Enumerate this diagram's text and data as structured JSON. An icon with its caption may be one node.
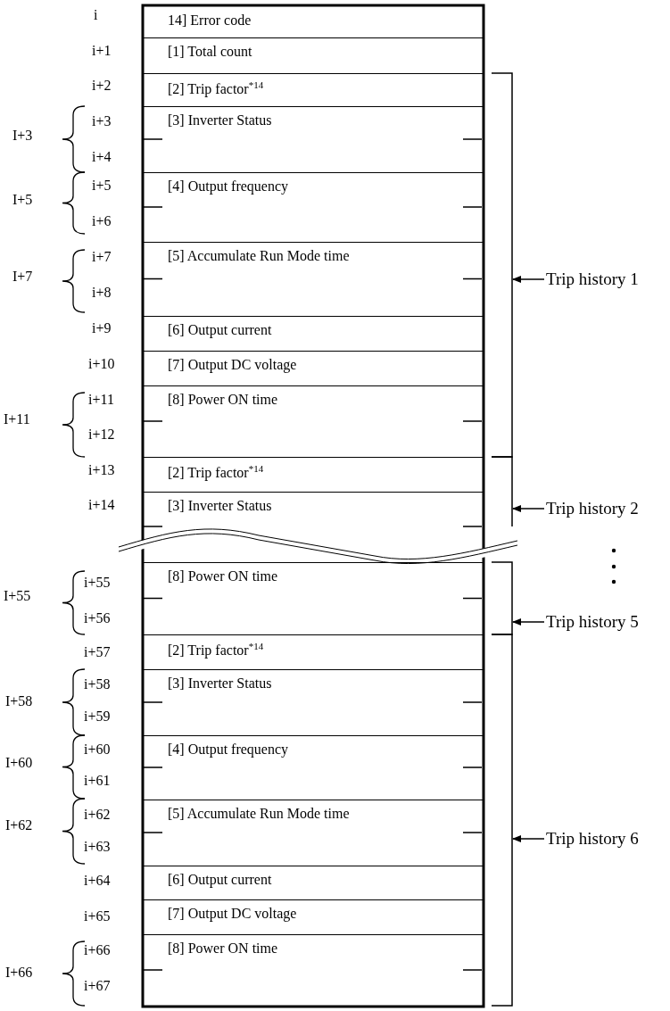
{
  "diagram": {
    "nodes": [
      {
        "text": [
          "14] Error code"
        ]
      },
      {
        "text": [
          "[1] Total count"
        ]
      },
      {
        "text": [
          "[2] Trip factor$^{*14}$"
        ]
      },
      {
        "text": [
          "[3] Inverter Status"
        ]
      },
      {
        "text": [
          "[4] Output frequency"
        ]
      },
      {
        "text": [
          "[5] Accumulate Run Mode time"
        ]
      },
      {
        "text": [
          "[6] Output current"
        ]
      },
      {
        "text": [
          "[7] Output DC voltage"
        ]
      },
      {
        "text": [
          "[8] Power ON time"
        ]
      },
      {
        "text": [
          "[2] Trip factor$^{*14}$"
        ]
      },
      {
        "text": [
          "[3] Inverter Status"
        ]
      },
      {
        "text": [
          "[8] Power ON time"
        ]
      },
      {
        "text": [
          "[2] Trip factor$^{*14}$"
        ]
      },
      {
        "text": [
          "[3] Inverter Status"
        ]
      },
      {
        "text": [
          "[4] Output frequency"
        ]
      },
      {
        "text": [
          "[5] Accumulate Run Mode time"
        ]
      },
      {
        "text": [
          "[6] Output current"
        ]
      },
      {
        "text": [
          "[7] Output DC voltage"
        ]
      },
      {
        "text": [
          "[8] Power ON time"
        ]
      },
      {
        "text": [
          "Trip history 1"
        ]
      },
      {
        "text": [
          "Trip history 2"
        ]
      },
      {
        "text": [
          "Trip history 5"
        ]
      },
      {
        "text": [
          "Trip history 6"
        ]
      },
      {
        "text": [],
        "shape": "bracket"
      },
      {
        "text": [],
        "shape": "bracket"
      },
      {
        "text": [],
        "shape": "bracket"
      },
      {
        "text": [],
        "shape": "bracket"
      }
    ],
    "edges": [
      {
        "from": 19,
        "to": 23,
        "arrow": "to"
      },
      {
        "from": 20,
        "to": 24,
        "arrow": "to"
      },
      {
        "from": 21,
        "to": 25,
        "arrow": "to"
      },
      {
        "from": 22,
        "to": 26,
        "arrow": "to"
      }
    ],
    "labels": [
      "i",
      "i+1",
      "i+2",
      "I+3",
      "i+3",
      "i+4",
      "I+5",
      "i+5",
      "i+6",
      "I+7",
      "i+7",
      "i+8",
      "i+9",
      "i+10",
      "I+11",
      "i+11",
      "i+12",
      "i+13",
      "i+14",
      "I+55",
      "i+55",
      "i+56",
      "i+57",
      "I+58",
      "i+58",
      "i+59",
      "I+60",
      "i+60",
      "i+61",
      "I+62",
      "i+62",
      "i+63",
      "i+64",
      "i+65",
      "I+66",
      "i+66",
      "i+67"
    ]
  }
}
